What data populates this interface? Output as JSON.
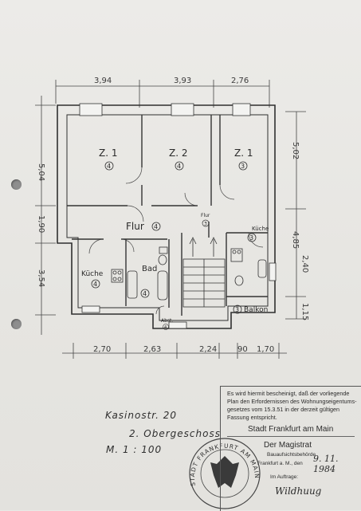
{
  "plan": {
    "dims_top": [
      "3,94",
      "3,93",
      "2,76"
    ],
    "dims_bottom": [
      "2,70",
      "2,63",
      "2,24",
      "90",
      "1,70"
    ],
    "dims_left": [
      "5,04",
      "1,90",
      "3,54"
    ],
    "dims_right": [
      "5,02",
      "4,85",
      "2,40",
      "1,15"
    ],
    "rooms": [
      {
        "label": "Z. 1",
        "num": "4"
      },
      {
        "label": "Z. 2",
        "num": "4"
      },
      {
        "label": "Z. 1",
        "num": "3"
      },
      {
        "label": "Flur",
        "num": "4"
      },
      {
        "label": "Flur",
        "num": "3"
      },
      {
        "label": "Küche",
        "num": "3"
      },
      {
        "label": "Küche",
        "num": "4"
      },
      {
        "label": "Bad",
        "num": "4"
      },
      {
        "label": "Balkon",
        "num": "3"
      },
      {
        "label": "Abst.",
        "num": "4"
      }
    ]
  },
  "annotation": {
    "street": "Kasinostr. 20",
    "floor": "2. Obergeschoss",
    "scale": "M. 1 : 100"
  },
  "stamp": {
    "certification": "Es wird hiermit bescheinigt, daß der vorliegende Plan den Erfordernissen des Wohnungseigentums-gesetzes vom 15.3.51 in der derzeit gültigen Fassung entspricht.",
    "city": "Stadt Frankfurt am Main",
    "magistrat": "Der Magistrat",
    "authority": "Bauaufsichtsbehörde",
    "place": "Frankfurt a. M., den",
    "date": "9. 11. 1984",
    "auftrag": "Im Auftrage:",
    "signature": "Wildhuug"
  },
  "seal": {
    "text": "STADT FRANKFURT AM MAIN"
  }
}
